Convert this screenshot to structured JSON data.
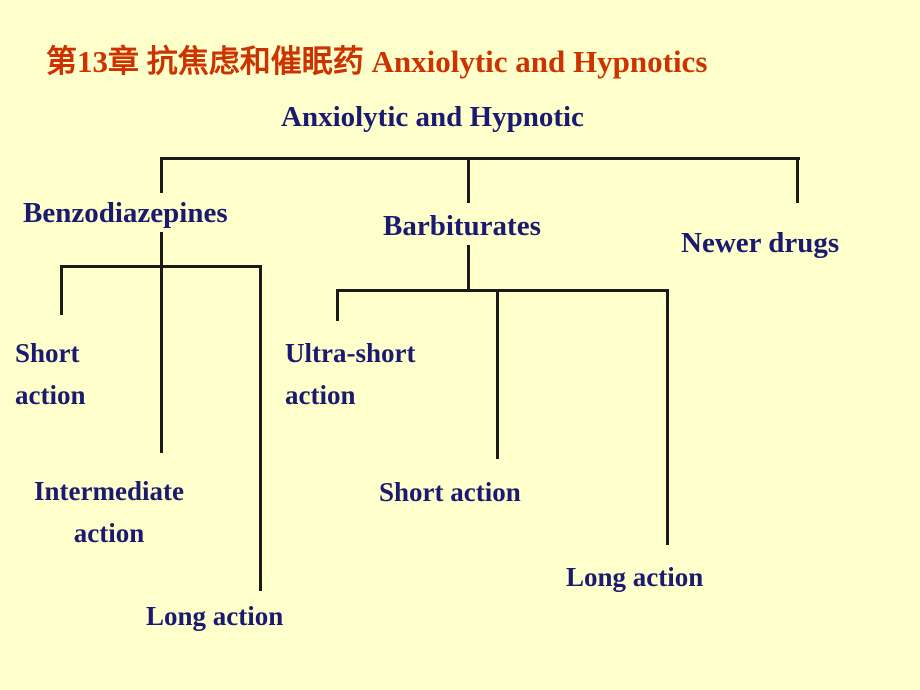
{
  "slide": {
    "background_color": "#ffffcc",
    "title_color": "#cc3300",
    "node_color": "#1a1a70",
    "line_color": "#1a1a1a",
    "title": "第13章  抗焦虑和催眠药 Anxiolytic  and Hypnotics"
  },
  "chart_data": {
    "type": "diagram",
    "title": "第13章  抗焦虑和催眠药 Anxiolytic  and Hypnotics",
    "root": "Anxiolytic  and Hypnotic",
    "nodes": [
      {
        "id": "root",
        "label": "Anxiolytic  and Hypnotic",
        "level": 0,
        "children": [
          "benzodiazepines",
          "barbiturates",
          "newer-drugs"
        ]
      },
      {
        "id": "benzodiazepines",
        "label": "Benzodiazepines",
        "level": 1,
        "children": [
          "benzo-short",
          "benzo-intermediate",
          "benzo-long"
        ]
      },
      {
        "id": "barbiturates",
        "label": "Barbiturates",
        "level": 1,
        "children": [
          "barb-ultra-short",
          "barb-short",
          "barb-long"
        ]
      },
      {
        "id": "newer-drugs",
        "label": "Newer drugs",
        "level": 1,
        "children": []
      },
      {
        "id": "benzo-short",
        "label": "Short\naction",
        "level": 2,
        "parent": "benzodiazepines"
      },
      {
        "id": "benzo-intermediate",
        "label": "Intermediate\naction",
        "level": 2,
        "parent": "benzodiazepines"
      },
      {
        "id": "benzo-long",
        "label": "Long action",
        "level": 2,
        "parent": "benzodiazepines"
      },
      {
        "id": "barb-ultra-short",
        "label": "Ultra-short\naction",
        "level": 2,
        "parent": "barbiturates"
      },
      {
        "id": "barb-short",
        "label": "Short action",
        "level": 2,
        "parent": "barbiturates"
      },
      {
        "id": "barb-long",
        "label": "Long action",
        "level": 2,
        "parent": "barbiturates"
      }
    ]
  }
}
